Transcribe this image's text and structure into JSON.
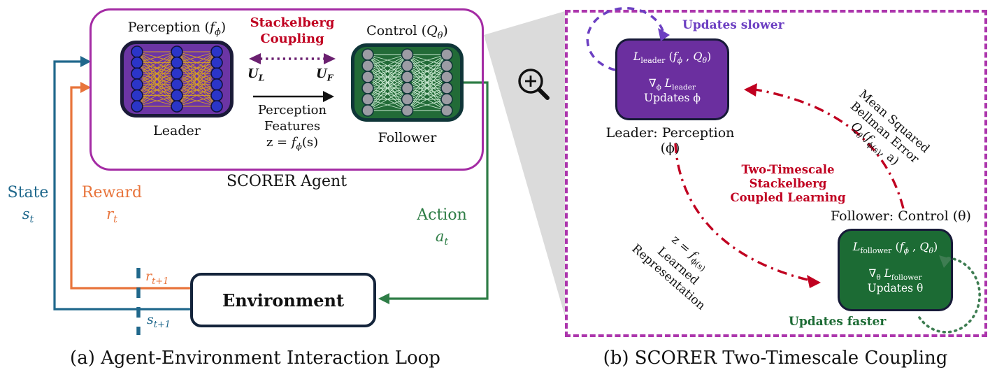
{
  "colors": {
    "agent_border": "#A42BA4",
    "panel_b_border": "#AC35AC",
    "env_border": "#14243B",
    "state_teal": "#20688C",
    "reward_orange": "#E8743B",
    "action_green": "#2E7D46",
    "stackelberg_red": "#C00020",
    "coupling_arrow_purple": "#6B2070",
    "leader_purple": "#6B2F9F",
    "follower_green": "#1C6B34",
    "updates_slower_purple": "#6C3FC2",
    "updates_faster_green": "#1C6B34",
    "loop_green": "#3E7D52",
    "wedge_gray": "#DBDBDB"
  },
  "icons": {
    "magnifier": "zoom-in-magnifier-icon"
  },
  "networks": {
    "perception": {
      "layers": [
        6,
        6,
        6
      ],
      "bg": "#6C35A5",
      "node": "#2B35C8",
      "node_stroke": "#12123A",
      "edge": "#D9A41E",
      "border": "#1A1A38"
    },
    "control": {
      "layers": [
        6,
        6,
        6
      ],
      "bg": "#226B37",
      "node": "#9C9CA4",
      "node_stroke": "#0F3538",
      "edge": "#CDEBD4",
      "border": "#0F3538"
    }
  },
  "panel_a": {
    "caption": "(a) Agent-Environment Interaction Loop",
    "agent_label": "SCORER Agent",
    "perception_title_html": "Perception (<i>f<sub>ϕ</sub></i>)",
    "perception_role": "Leader",
    "control_title_html": "Control (<i>Q<sub>θ</sub></i>)",
    "control_role": "Follower",
    "stackelberg_line1": "Stackelberg",
    "stackelberg_line2": "Coupling",
    "u_leader_html": "U<sub>L</sub>",
    "u_follower_html": "U<sub>F</sub>",
    "features_html": "Perception<br>Features<br>z = <i>f<sub>ϕ</sub></i>(s)",
    "state_label": "State",
    "state_sym_html": "s<sub>t</sub>",
    "reward_label": "Reward",
    "reward_sym_html": "r<sub>t</sub>",
    "action_label": "Action",
    "action_sym_html": "a<sub>t</sub>",
    "reward_next_html": "r<sub>t+1</sub>",
    "state_next_html": "s<sub>t+1</sub>",
    "environment_label": "Environment"
  },
  "panel_b": {
    "caption": "(b) SCORER  Two-Timescale Coupling",
    "updates_slower": "Updates slower",
    "updates_faster": "Updates faster",
    "leader_box_line1_html": "<i>L</i><sub>leader</sub> (<i>f<sub>ϕ</sub></i> , <i>Q<sub>θ</sub></i>)",
    "leader_box_line2_html": "∇<sub>ϕ</sub> <i>L</i><sub>leader</sub>",
    "leader_box_line3_html": "Updates ϕ",
    "leader_caption_html": "Leader: Perception (ϕ)",
    "follower_box_line1_html": "<i>L</i><sub>follower</sub> (<i>f<sub>ϕ</sub></i> , <i>Q<sub>θ</sub></i>)",
    "follower_box_line2_html": "∇<sub>θ</sub> <i>L</i><sub>follower</sub>",
    "follower_box_line3_html": "Updates θ",
    "follower_caption_html": "Follower: Control (θ)",
    "center_line1": "Two-Timescale Stackelberg",
    "center_line2": "Coupled Learning",
    "msbe_html": "Mean Squared<br>Bellman Error<br><i>Q<sub>θ</sub></i>(<i>f</i><sub>ϕ(s)</sub>, a)",
    "representation_html": "z = <i>f</i><sub>ϕ(s)</sub><br>Learned<br>Representation"
  }
}
